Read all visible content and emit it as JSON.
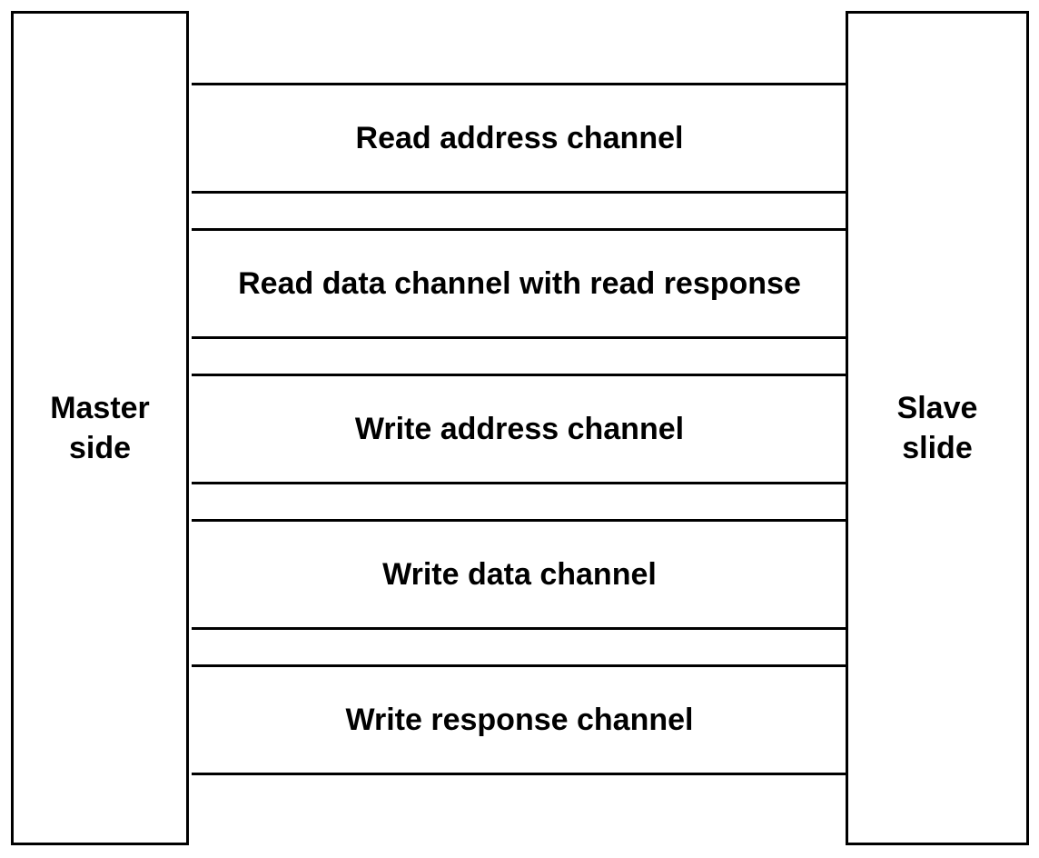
{
  "master": {
    "label": "Master\nside"
  },
  "slave": {
    "label": "Slave\nslide"
  },
  "channels": [
    {
      "label": "Read address channel"
    },
    {
      "label": "Read data channel with read response"
    },
    {
      "label": "Write address channel"
    },
    {
      "label": "Write data channel"
    },
    {
      "label": "Write response channel"
    }
  ]
}
